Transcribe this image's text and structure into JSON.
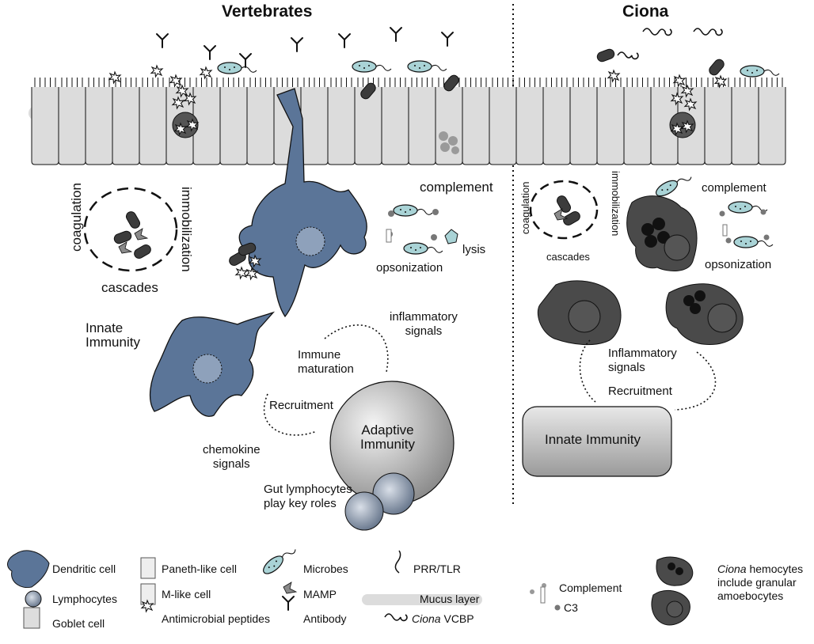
{
  "titles": {
    "left": "Vertebrates",
    "right": "Ciona"
  },
  "vertebrates": {
    "coagulation": "coagulation",
    "immobilization": "immobilization",
    "cascades": "cascades",
    "complement": "complement",
    "lysis": "lysis",
    "opsonization": "opsonization",
    "innate_immunity_l1": "Innate",
    "innate_immunity_l2": "Immunity",
    "inflammatory_l1": "inflammatory",
    "inflammatory_l2": "signals",
    "immune_maturation_l1": "Immune",
    "immune_maturation_l2": "maturation",
    "recruitment": "Recruitment",
    "chemokine_l1": "chemokine",
    "chemokine_l2": "signals",
    "adaptive_l1": "Adaptive",
    "adaptive_l2": "Immunity",
    "gut_l1": "Gut lymphocytes",
    "gut_l2": "play key roles"
  },
  "ciona": {
    "coagulation": "coagulation",
    "immobilization": "immobilization",
    "cascades": "cascades",
    "complement": "complement",
    "opsonization": "opsonization",
    "inflammatory_l1": "Inflammatory",
    "inflammatory_l2": "signals",
    "recruitment": "Recruitment",
    "innate_immunity": "Innate Immunity"
  },
  "legend": {
    "dendritic": "Dendritic cell",
    "lymphocytes": "Lymphocytes",
    "goblet": "Goblet cell",
    "paneth": "Paneth-like cell",
    "mlike": "M-like cell",
    "amp": "Antimicrobial peptides",
    "microbes": "Microbes",
    "mamp": "MAMP",
    "antibody": "Antibody",
    "prr": "PRR/TLR",
    "mucus": "Mucus layer",
    "vcbp_italic": "Ciona",
    "vcbp": " VCBP",
    "complement": "Complement",
    "c3": "C3",
    "hemo_italic": "Ciona",
    "hemo_l1": " hemocytes",
    "hemo_l2": "include granular",
    "hemo_l3": "amoebocytes"
  },
  "colors": {
    "dendritic": "#5b7598",
    "microbe": "#a9d3d6",
    "hemocyte": "#4a4a4a",
    "adaptive": "#a9a9a9",
    "epithelium": "#dcdcdc"
  }
}
